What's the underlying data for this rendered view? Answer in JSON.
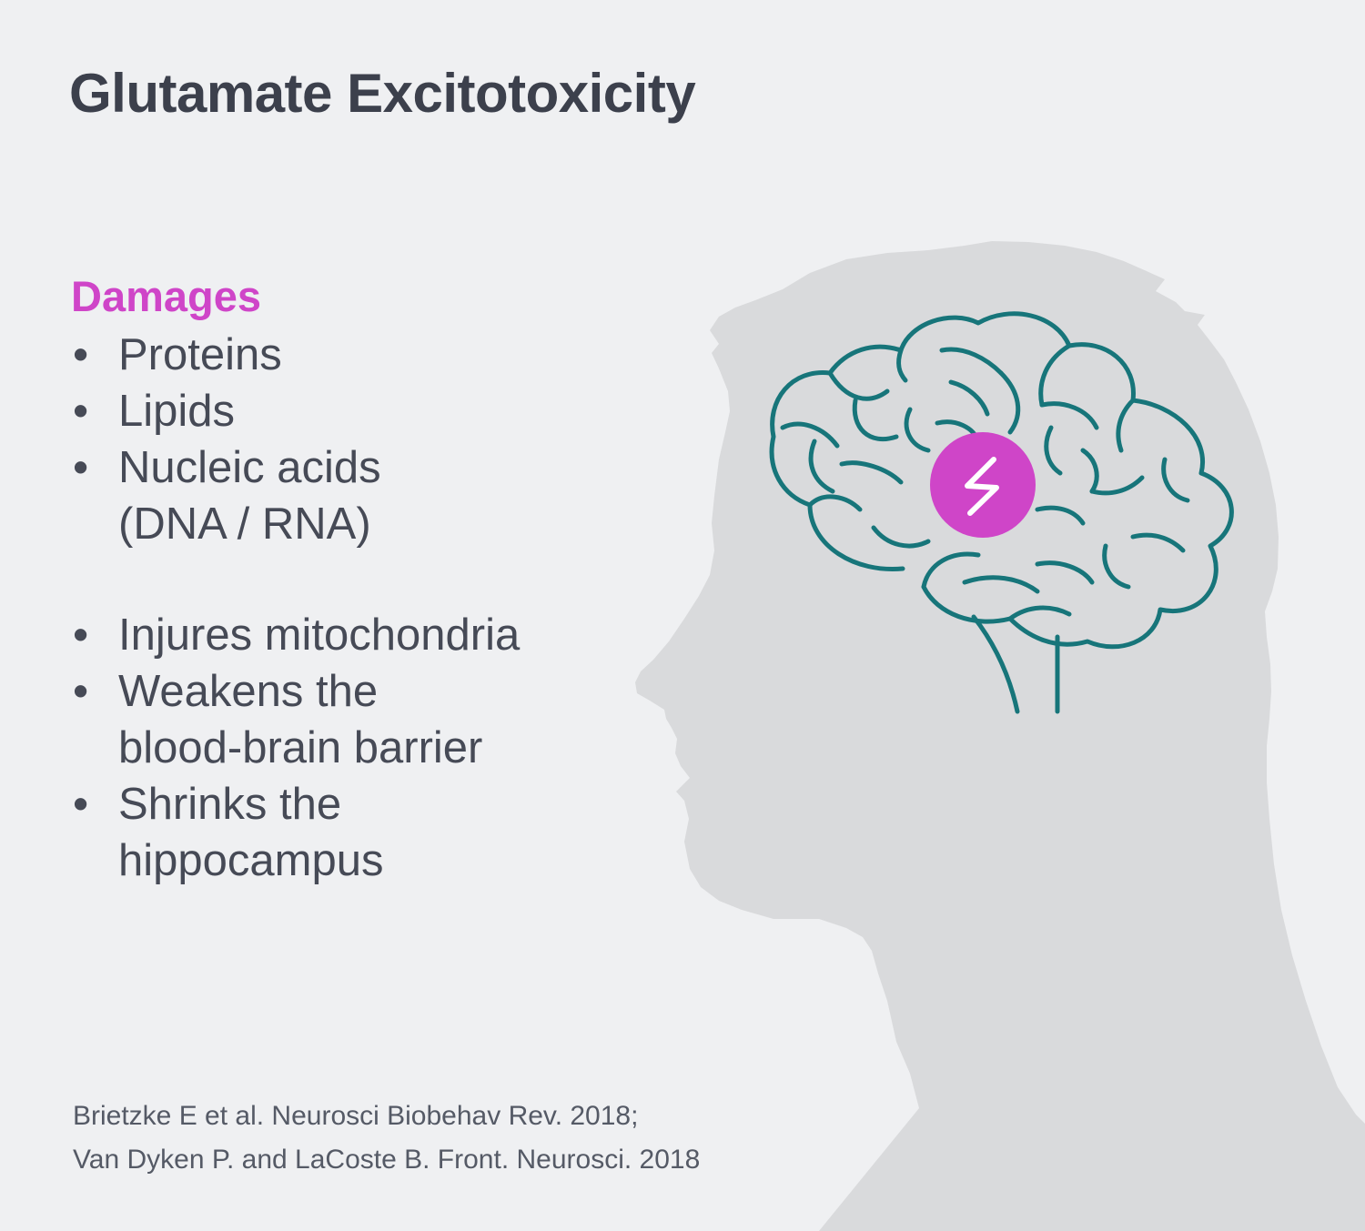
{
  "title": "Glutamate Excitotoxicity",
  "damages": {
    "heading": "Damages",
    "items": [
      {
        "lines": [
          "Proteins"
        ]
      },
      {
        "lines": [
          "Lipids"
        ]
      },
      {
        "lines": [
          "Nucleic acids",
          "(DNA / RNA)"
        ]
      }
    ]
  },
  "effects": {
    "items": [
      {
        "lines": [
          "Injures mitochondria"
        ]
      },
      {
        "lines": [
          "Weakens the",
          "blood-brain barrier"
        ]
      },
      {
        "lines": [
          "Shrinks the",
          "hippocampus"
        ]
      }
    ]
  },
  "references": [
    "Brietzke E et al. Neurosci Biobehav Rev. 2018;",
    "Van Dyken P. and LaCoste B. Front. Neurosci. 2018"
  ],
  "bullet_glyph": "•",
  "colors": {
    "background": "#eff0f2",
    "silhouette": "#d9dadc",
    "brain_outline": "#17757a",
    "accent": "#cf45c8",
    "text": "#464a56"
  },
  "icons": {
    "head": "head-silhouette-icon",
    "brain": "brain-outline-icon",
    "lightning": "lightning-bolt-icon"
  }
}
